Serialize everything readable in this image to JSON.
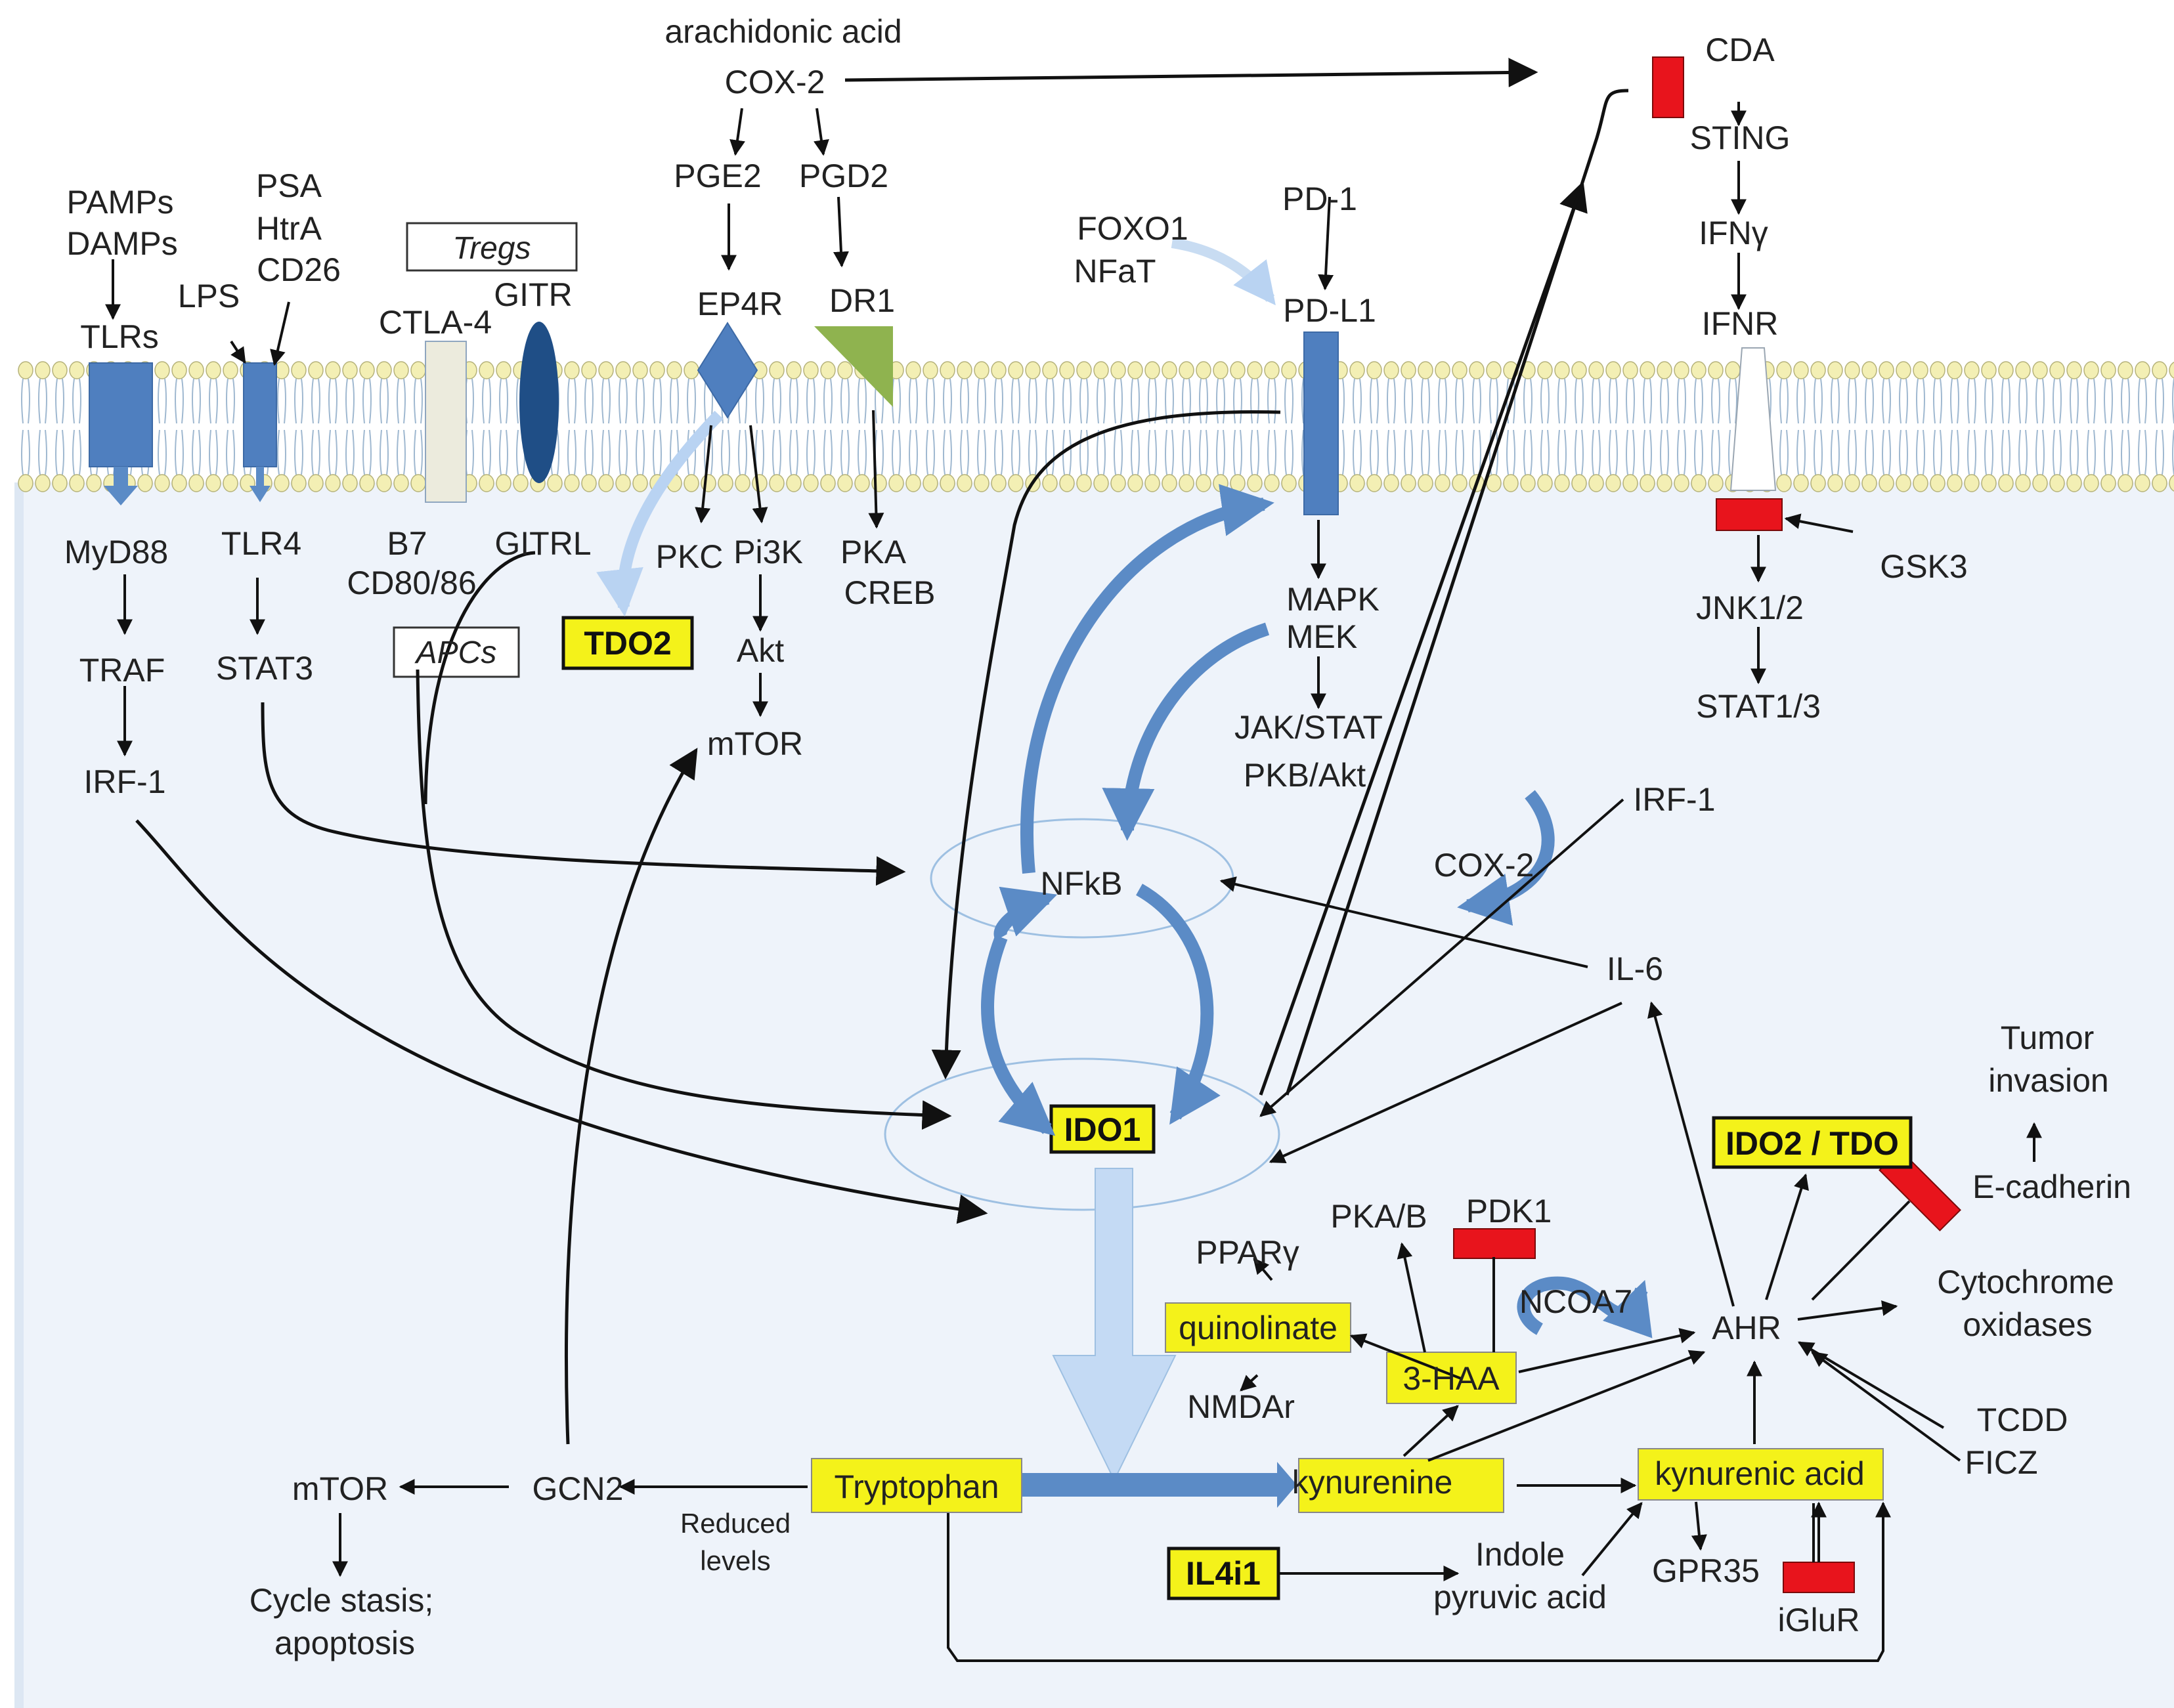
{
  "colors": {
    "background": "#ffffff",
    "cytoplasm": "#eef3fa",
    "membrane_head": "#f3efb4",
    "membrane_tail": "#9fb8d0",
    "receptor_blue": "#4f7fbf",
    "receptor_dark": "#1f4e86",
    "receptor_green": "#8fb34f",
    "receptor_pale": "#ecebdd",
    "inhibitor_red": "#e8141c",
    "highlight_yellow": "#f4f21a",
    "pale_arrow": "#b9d3f2",
    "curved_blue": "#5b8bc6",
    "ellipse_outline": "#9ec0e2",
    "line": "#111111"
  },
  "labels": {
    "arachidonic_acid": "arachidonic acid",
    "cox2_top": "COX-2",
    "pge2": "PGE2",
    "pgd2": "PGD2",
    "ep4r": "EP4R",
    "dr1": "DR1",
    "pamps": "PAMPs",
    "damps": "DAMPs",
    "tlrs": "TLRs",
    "psa": "PSA",
    "htra": "HtrA",
    "cd26": "CD26",
    "lps": "LPS",
    "tregs": "Tregs",
    "ctla4": "CTLA-4",
    "gitr": "GITR",
    "foxo1": "FOXO1",
    "nfat": "NFaT",
    "pd1": "PD-1",
    "pdl1": "PD-L1",
    "cda": "CDA",
    "sting": "STING",
    "ifng": "IFNγ",
    "ifnr": "IFNR",
    "myd88": "MyD88",
    "tlr4": "TLR4",
    "b7": "B7",
    "cd8086": "CD80/86",
    "gitrl": "GITRL",
    "apcs": "APCs",
    "tdo2": "TDO2",
    "pkc": "PKC",
    "pi3k": "Pi3K",
    "akt": "Akt",
    "mtor_top": "mTOR",
    "pka": "PKA",
    "creb": "CREB",
    "mapk": "MAPK",
    "mek": "MEK",
    "jakstat": "JAK/STAT",
    "pkbakt": "PKB/Akt",
    "gsk3": "GSK3",
    "jnk": "JNK1/2",
    "stat13": "STAT1/3",
    "irf1_right": "IRF-1",
    "traf": "TRAF",
    "stat3": "STAT3",
    "irf1_left": "IRF-1",
    "nfkb": "NFkB",
    "cox2_mid": "COX-2",
    "il6": "IL-6",
    "ido1": "IDO1",
    "tumor": "Tumor",
    "invasion": "invasion",
    "ido2tdo": "IDO2 / TDO",
    "ecadherin": "E-cadherin",
    "pkab": "PKA/B",
    "pdk1": "PDK1",
    "ppar": "PPARγ",
    "quinolinate": "quinolinate",
    "ncoa7": "NCOA7",
    "ahr": "AHR",
    "cytochrome": "Cytochrome",
    "oxidases": "oxidases",
    "haa": "3-HAA",
    "nmdar": "NMDAr",
    "tcdd": "TCDD",
    "ficz": "FICZ",
    "mtor_bottom": "mTOR",
    "gcn2": "GCN2",
    "tryptophan": "Tryptophan",
    "kynurenine": "kynurenine",
    "kynurenic": "kynurenic acid",
    "reduced": "Reduced",
    "levels": "levels",
    "il4i1": "IL4i1",
    "indole": "Indole",
    "pyruvic": "pyruvic acid",
    "gpr35": "GPR35",
    "iglur": "iGluR",
    "cycle": "Cycle stasis;",
    "apoptosis": "apoptosis"
  }
}
